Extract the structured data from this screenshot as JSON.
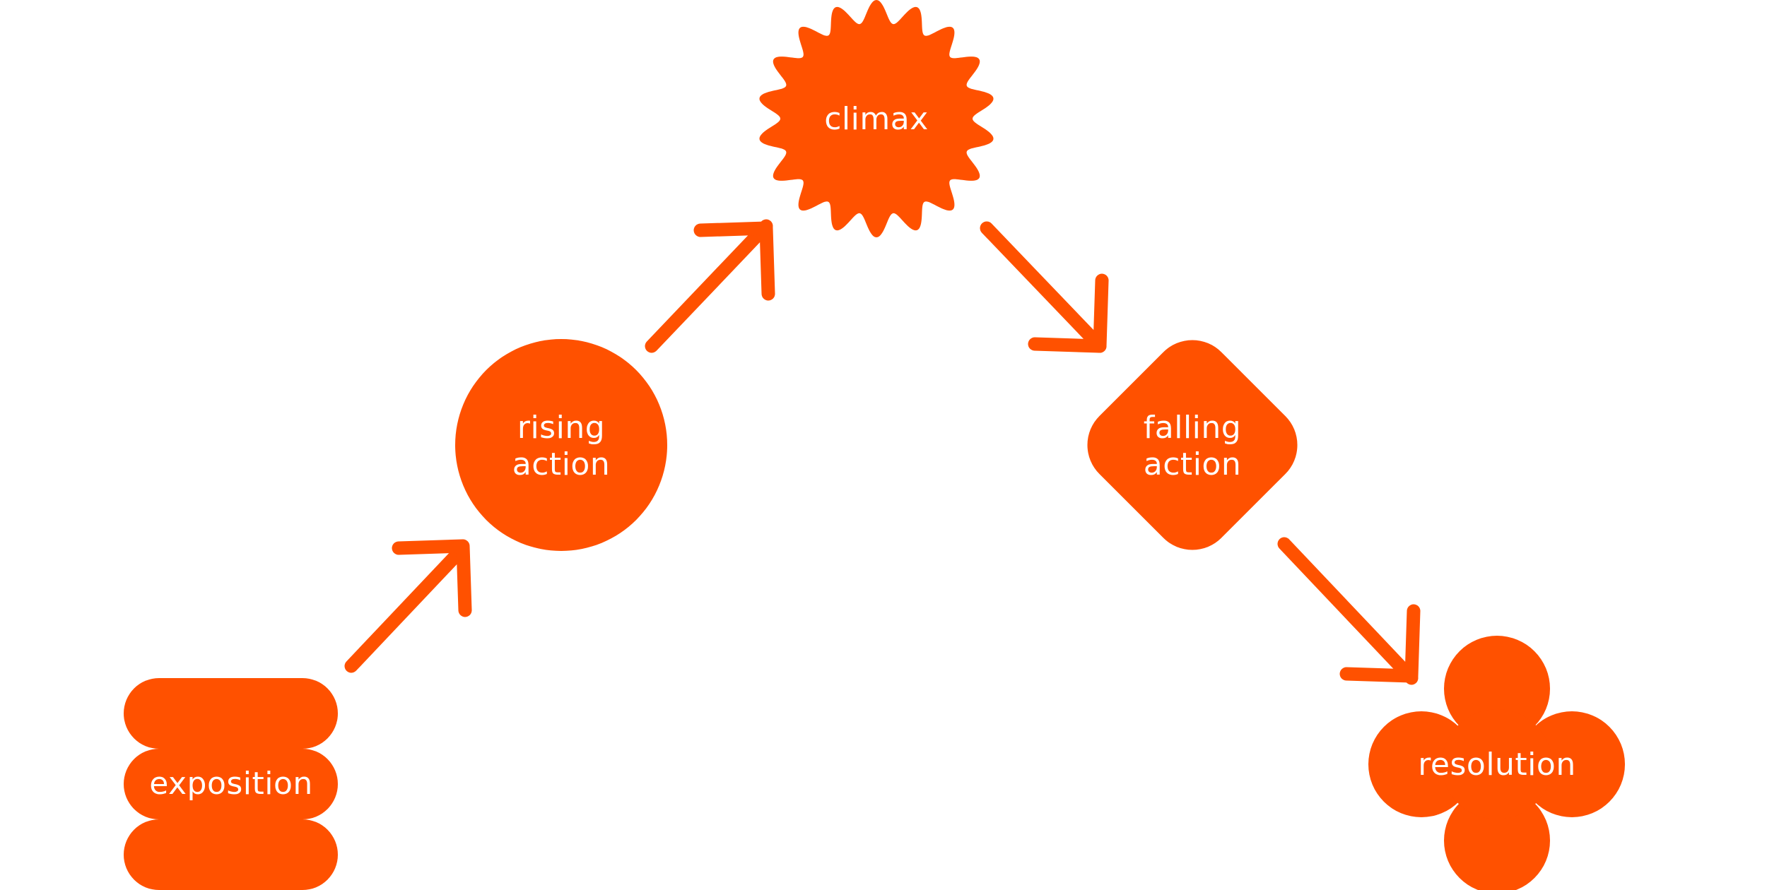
{
  "colors": {
    "accent": "#FF5100",
    "label": "#FFFFFF",
    "background": "#FFFFFF"
  },
  "stages": {
    "exposition": {
      "label": "exposition"
    },
    "rising_action": {
      "label_line1": "rising",
      "label_line2": "action"
    },
    "climax": {
      "label": "climax"
    },
    "falling_action": {
      "label_line1": "falling",
      "label_line2": "action"
    },
    "resolution": {
      "label": "resolution"
    }
  }
}
